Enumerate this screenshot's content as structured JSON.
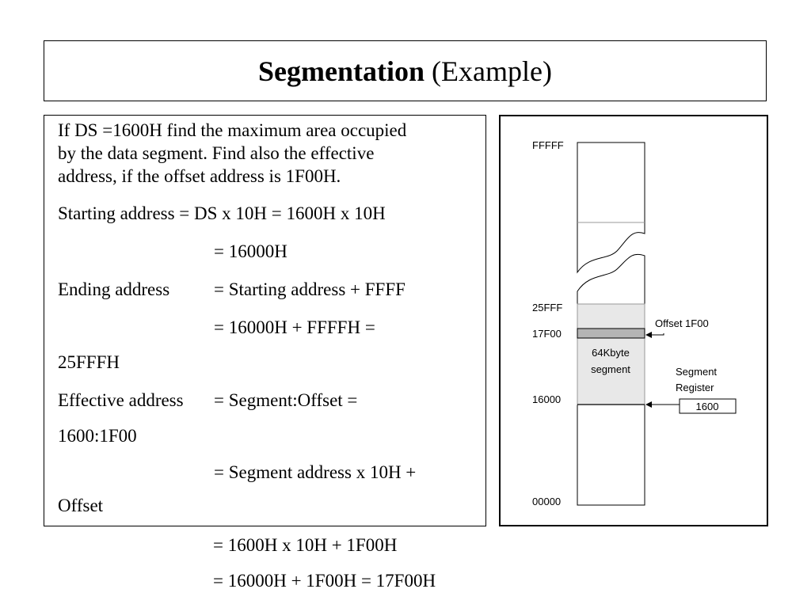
{
  "title": {
    "bold": "Segmentation",
    "rest": " (Example)"
  },
  "problem": {
    "line1": "If  DS =1600H find the maximum area occupied",
    "line2": "by the data segment. Find also the effective",
    "line3": "address, if  the offset address is 1F00H."
  },
  "solution": {
    "start_label": "Starting address = DS x 10H = 1600H x 10H",
    "start_result": "= 16000H",
    "end_label": "Ending address",
    "end_expr": "= Starting address + FFFF",
    "end_calc": "= 16000H + FFFFH =",
    "end_result": "25FFFH",
    "eff_label": "Effective address",
    "eff_expr": "= Segment:Offset =",
    "eff_seg_off": "1600:1F00",
    "eff_formula": "= Segment address x 10H +",
    "eff_offset": "Offset",
    "eff_calc": "= 1600H x 10H + 1F00H",
    "eff_result": "= 16000H + 1F00H = 17F00H"
  },
  "diagram": {
    "addr_top": "FFFFF",
    "addr_seg_end": "25FFF",
    "addr_offset": "17F00",
    "addr_seg_start": "16000",
    "addr_bottom": "00000",
    "segment_label_1": "64Kbyte",
    "segment_label_2": "segment",
    "offset_label": "Offset 1F00",
    "seg_reg_label_1": "Segment",
    "seg_reg_label_2": "Register",
    "seg_reg_value": "1600",
    "colors": {
      "segment_fill": "#e8e8e8",
      "offset_fill": "#b4b4b4"
    }
  }
}
